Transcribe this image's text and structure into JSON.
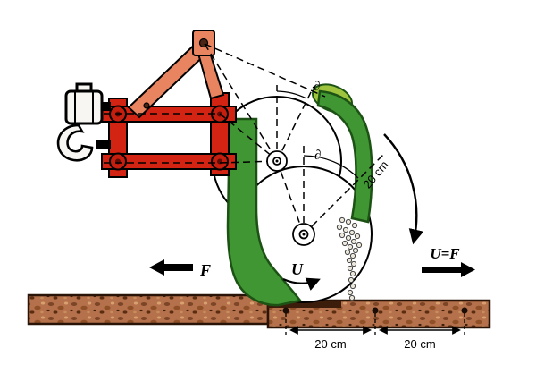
{
  "diagram": {
    "kind": "seed-drill-kinematics-diagram",
    "labels": {
      "pull_force": "F",
      "circumferential_speed": "U",
      "speed_equality": "U=F",
      "angle_upper": "∂",
      "angle_lower": "∂",
      "arc_spacing": "20 cm",
      "ground_spacing_left": "20 cm",
      "ground_spacing_right": "20 cm"
    },
    "colors": {
      "frame_red": "#d32413",
      "mast_orange": "#e8845f",
      "opener_green": "#3f9632",
      "opener_dark_green": "#1c5214",
      "chute_light_green": "#9ec43e",
      "soil_brown": "#b4714b",
      "outline_black": "#000000"
    }
  }
}
